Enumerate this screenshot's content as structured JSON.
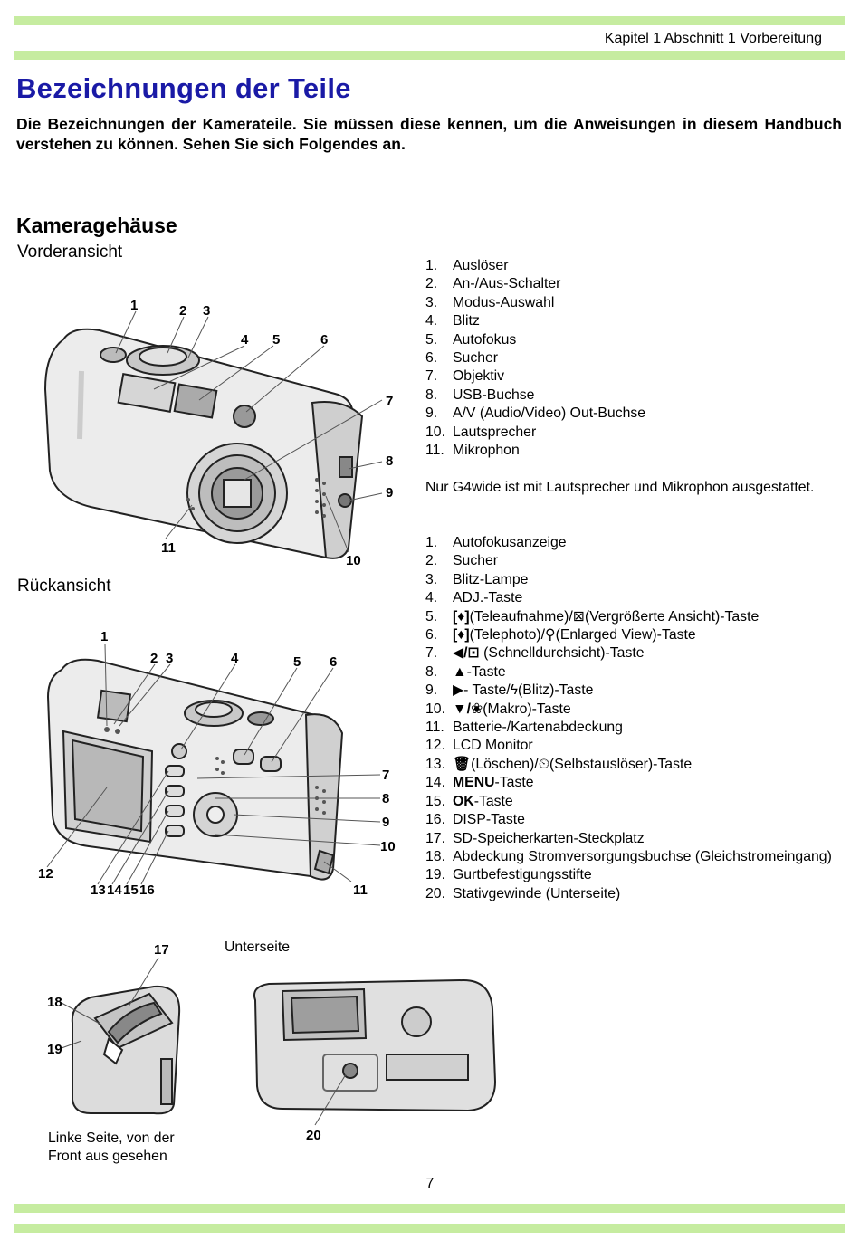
{
  "header": {
    "chapter": "Kapitel 1 Abschnitt 1 Vorbereitung"
  },
  "title": "Bezeichnungen der Teile",
  "intro": "Die Bezeichnungen der Kamerateile. Sie müssen diese kennen, um die Anweisungen in diesem Handbuch verstehen zu können. Sehen Sie sich Folgendes an.",
  "section": "Kameragehäuse",
  "front": {
    "heading": "Vorderansicht",
    "items": [
      "Auslöser",
      "An-/Aus-Schalter",
      "Modus-Auswahl",
      "Blitz",
      "Autofokus",
      "Sucher",
      "Objektiv",
      "USB-Buchse",
      "A/V (Audio/Video) Out-Buchse",
      "Lautsprecher",
      "Mikrophon"
    ],
    "note": "Nur G4wide ist mit Lautsprecher und Mikrophon ausgestattet.",
    "callouts": [
      "1",
      "2",
      "3",
      "4",
      "5",
      "6",
      "7",
      "8",
      "9",
      "10",
      "11"
    ]
  },
  "back": {
    "heading": "Rückansicht",
    "items": [
      {
        "pre": "",
        "icon": "",
        "text": "Autofokusanzeige"
      },
      {
        "pre": "",
        "icon": "",
        "text": "Sucher"
      },
      {
        "pre": "",
        "icon": "",
        "text": "Blitz-Lampe"
      },
      {
        "pre": "",
        "icon": "",
        "text": "ADJ.-Taste"
      },
      {
        "pre": "",
        "icon": "[♦]",
        "text": "(Teleaufnahme)/⊠(Vergrößerte Ansicht)-Taste"
      },
      {
        "pre": "",
        "icon": "[♦]",
        "text": "(Telephoto)/⚲(Enlarged View)-Taste"
      },
      {
        "pre": "",
        "icon": "◀/⊡",
        "text": " (Schnelldurchsicht)-Taste"
      },
      {
        "pre": "",
        "icon": "▲",
        "text": "-Taste"
      },
      {
        "pre": "",
        "icon": "▶",
        "text": "- Taste/ϟ(Blitz)-Taste"
      },
      {
        "pre": "",
        "icon": "▼/❀",
        "text": "(Makro)-Taste"
      },
      {
        "pre": "",
        "icon": "",
        "text": "Batterie-/Kartenabdeckung"
      },
      {
        "pre": "",
        "icon": "",
        "text": "LCD Monitor"
      },
      {
        "pre": "",
        "icon": "🗑",
        "text": "(Löschen)/⏲(Selbstauslöser)-Taste"
      },
      {
        "pre": "",
        "icon": "MENU",
        "text": "-Taste"
      },
      {
        "pre": "",
        "icon": "OK",
        "text": "-Taste"
      },
      {
        "pre": "",
        "icon": "",
        "text": "DISP-Taste"
      },
      {
        "pre": "",
        "icon": "",
        "text": "SD-Speicherkarten-Steckplatz"
      },
      {
        "pre": "",
        "icon": "",
        "text": "Abdeckung Stromversorgungsbuchse (Gleichstromeingang)"
      },
      {
        "pre": "",
        "icon": "",
        "text": "Gurtbefestigungsstifte"
      },
      {
        "pre": "",
        "icon": "",
        "text": "Stativgewinde (Unterseite)"
      }
    ],
    "callouts": [
      "1",
      "2",
      "3",
      "4",
      "5",
      "6",
      "7",
      "8",
      "9",
      "10",
      "11",
      "12",
      "13",
      "14",
      "15",
      "16"
    ]
  },
  "side": {
    "caption": "Linke Seite, von der Front aus gesehen",
    "callouts": [
      "17",
      "18",
      "19"
    ]
  },
  "bottom": {
    "heading": "Unterseite",
    "callouts": [
      "20"
    ]
  },
  "page_number": "7"
}
